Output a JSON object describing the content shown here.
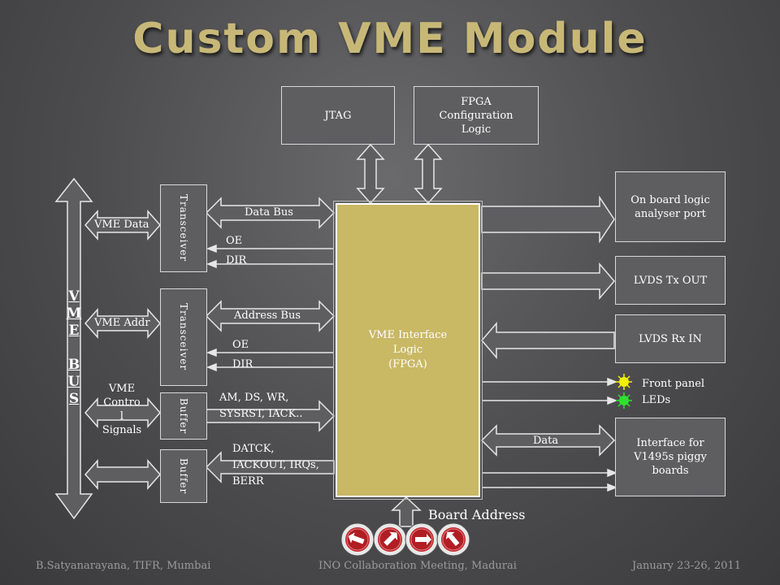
{
  "title": "Custom VME Module",
  "boxes": {
    "jtag": "JTAG",
    "fpga_config": [
      "FPGA",
      "Configuration",
      "Logic"
    ],
    "onboard": [
      "On board logic",
      "analyser port"
    ],
    "lvds_tx": "LVDS Tx OUT",
    "lvds_rx": "LVDS Rx IN",
    "interface": [
      "Interface for",
      "V1495s piggy",
      "boards"
    ],
    "fpga": [
      "VME Interface",
      "Logic",
      "(FPGA)"
    ],
    "transceiver1": "Transceiver",
    "transceiver2": "Transceiver",
    "buffer1": "Buffer",
    "buffer2": "Buffer"
  },
  "vme_bus": [
    "V",
    "M",
    "E",
    "B",
    "U",
    "S"
  ],
  "labels": {
    "vme_data": "VME Data",
    "vme_addr": "VME Addr",
    "vme_control": [
      "VME",
      "Contro",
      "l",
      "Signals"
    ],
    "data_bus": "Data Bus",
    "oe1": "OE",
    "dir1": "DIR",
    "address_bus": "Address Bus",
    "oe2": "OE",
    "dir2": "DIR",
    "am_ds": [
      "AM, DS, WR,",
      "SYSRST, IACK.."
    ],
    "datck": [
      "DATCK,",
      "IACKOUT, IRQs,",
      "BERR"
    ],
    "front_panel": [
      "Front panel",
      "LEDs"
    ],
    "data": "Data",
    "board_address": "Board Address"
  },
  "colors": {
    "fpga_fill": "#c9b864",
    "title": "#c8b878",
    "led_yellow": "#f4f000",
    "led_green": "#2fe02f"
  },
  "footer": {
    "left": "B.Satyanarayana, TIFR, Mumbai",
    "center": "INO Collaboration Meeting, Madurai",
    "right": "January 23-26, 2011"
  }
}
